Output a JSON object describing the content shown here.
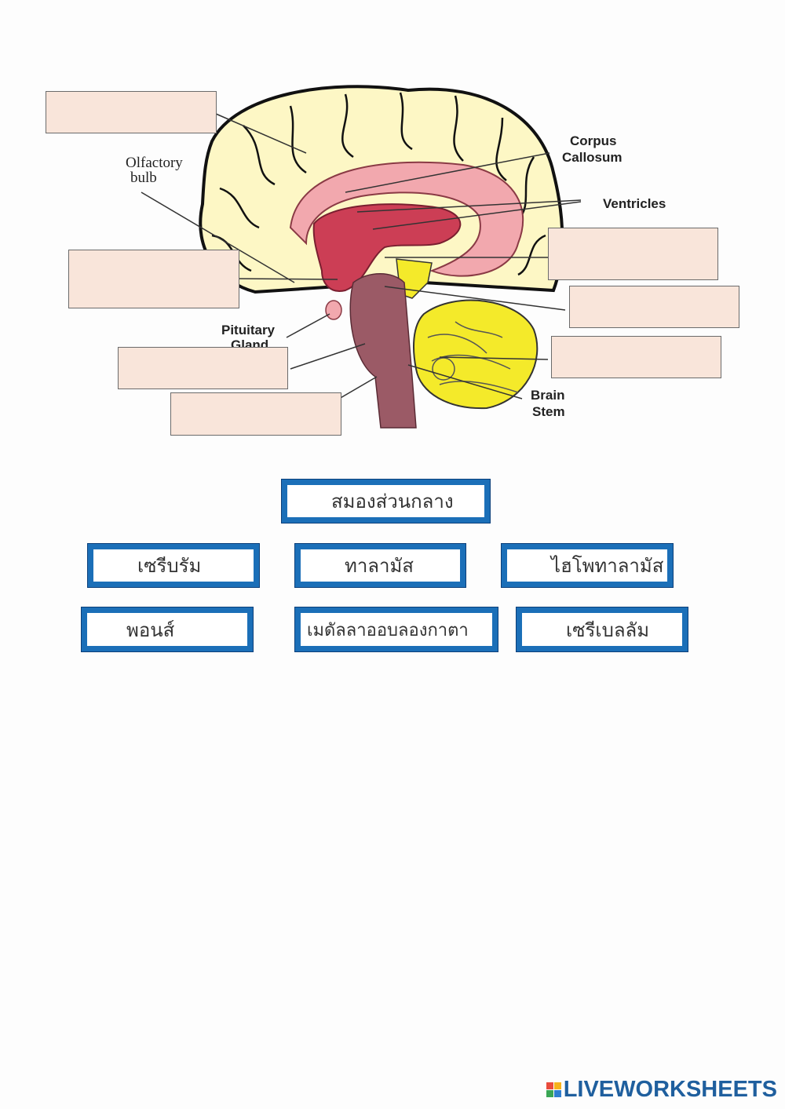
{
  "diagram": {
    "labels": {
      "corpus_callosum_1": "Corpus",
      "corpus_callosum_2": "Callosum",
      "ventricles": "Ventricles",
      "olfactory_1": "Olfactory",
      "olfactory_2": "bulb",
      "pituitary_1": "Pituitary",
      "pituitary_2": "Gland",
      "brain_stem_1": "Brain",
      "brain_stem_2": "Stem"
    }
  },
  "answer_boxes": [
    "",
    "",
    "",
    "",
    "",
    "",
    ""
  ],
  "word_bank": [
    "สมองส่วนกลาง",
    "เซรีบรัม",
    "ทาลามัส",
    "ไฮโพทาลามัส",
    "พอนส์",
    "เมดัลลาออบลองกาตา",
    "เซรีเบลลัม"
  ],
  "footer": {
    "logo_text": "LIVEWORKSHEETS"
  },
  "colors": {
    "cerebrum": "#fdf7c5",
    "corpus_callosum": "#f2a8ae",
    "ventricles": "#cc3e55",
    "brainstem": "#9b5a66",
    "cerebellum": "#f4ea2a",
    "answer_box": "#f9e5da",
    "tile_border": "#1b6fb8",
    "logo": "#1f5f9e"
  }
}
